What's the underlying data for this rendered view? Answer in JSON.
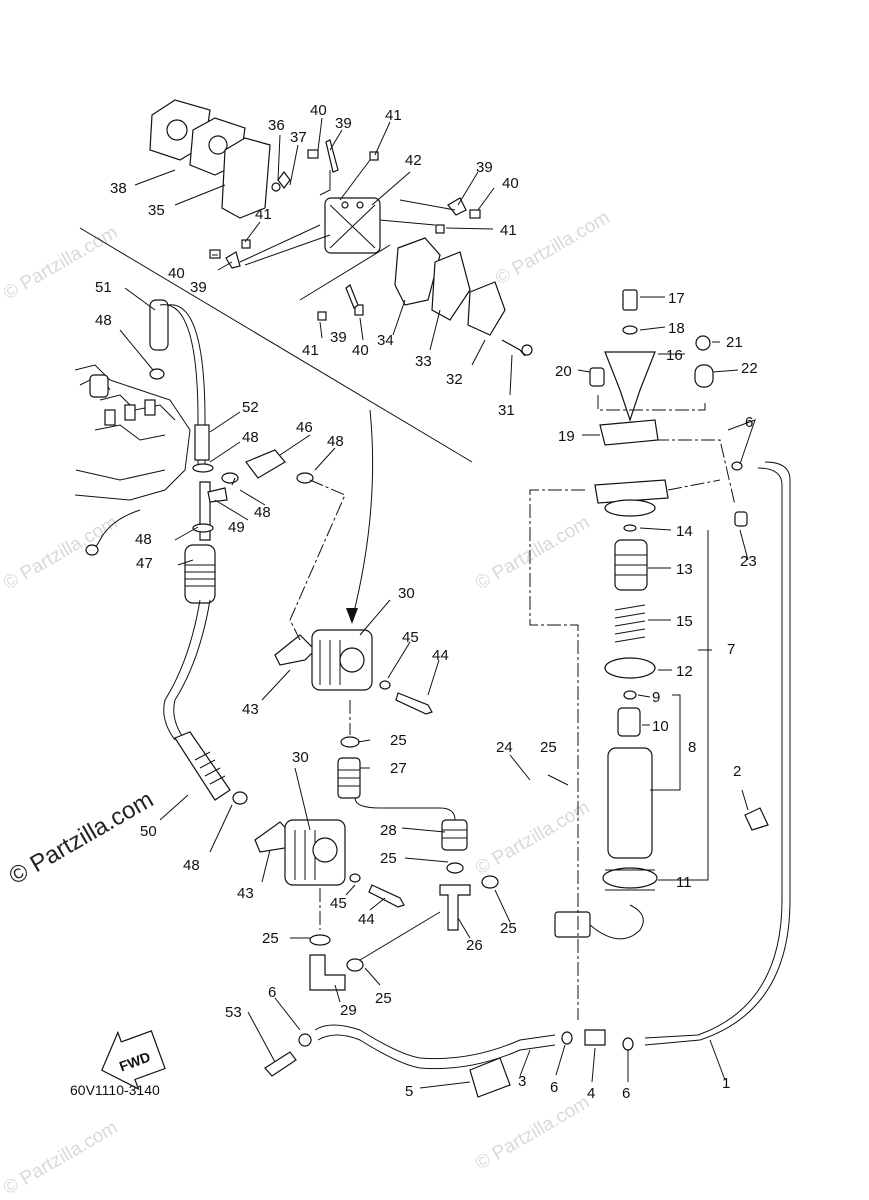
{
  "diagram": {
    "reference_code": "60V1110-3140",
    "fwd_label": "FWD",
    "watermark_main": "© Partzilla.com",
    "watermark_small": "© Partzilla.com",
    "callouts": [
      {
        "n": "1"
      },
      {
        "n": "2"
      },
      {
        "n": "3"
      },
      {
        "n": "4"
      },
      {
        "n": "5"
      },
      {
        "n": "6"
      },
      {
        "n": "6"
      },
      {
        "n": "6"
      },
      {
        "n": "6"
      },
      {
        "n": "7"
      },
      {
        "n": "8"
      },
      {
        "n": "9"
      },
      {
        "n": "10"
      },
      {
        "n": "11"
      },
      {
        "n": "12"
      },
      {
        "n": "13"
      },
      {
        "n": "14"
      },
      {
        "n": "15"
      },
      {
        "n": "16"
      },
      {
        "n": "17"
      },
      {
        "n": "18"
      },
      {
        "n": "19"
      },
      {
        "n": "20"
      },
      {
        "n": "21"
      },
      {
        "n": "22"
      },
      {
        "n": "23"
      },
      {
        "n": "24"
      },
      {
        "n": "25"
      },
      {
        "n": "25"
      },
      {
        "n": "25"
      },
      {
        "n": "25"
      },
      {
        "n": "25"
      },
      {
        "n": "25"
      },
      {
        "n": "26"
      },
      {
        "n": "27"
      },
      {
        "n": "28"
      },
      {
        "n": "29"
      },
      {
        "n": "30"
      },
      {
        "n": "30"
      },
      {
        "n": "31"
      },
      {
        "n": "32"
      },
      {
        "n": "33"
      },
      {
        "n": "34"
      },
      {
        "n": "35"
      },
      {
        "n": "36"
      },
      {
        "n": "37"
      },
      {
        "n": "38"
      },
      {
        "n": "39"
      },
      {
        "n": "39"
      },
      {
        "n": "39"
      },
      {
        "n": "39"
      },
      {
        "n": "40"
      },
      {
        "n": "40"
      },
      {
        "n": "40"
      },
      {
        "n": "40"
      },
      {
        "n": "41"
      },
      {
        "n": "41"
      },
      {
        "n": "41"
      },
      {
        "n": "41"
      },
      {
        "n": "42"
      },
      {
        "n": "43"
      },
      {
        "n": "43"
      },
      {
        "n": "44"
      },
      {
        "n": "44"
      },
      {
        "n": "45"
      },
      {
        "n": "45"
      },
      {
        "n": "46"
      },
      {
        "n": "47"
      },
      {
        "n": "48"
      },
      {
        "n": "48"
      },
      {
        "n": "48"
      },
      {
        "n": "48"
      },
      {
        "n": "48"
      },
      {
        "n": "48"
      },
      {
        "n": "49"
      },
      {
        "n": "50"
      },
      {
        "n": "51"
      },
      {
        "n": "52"
      },
      {
        "n": "53"
      }
    ]
  }
}
